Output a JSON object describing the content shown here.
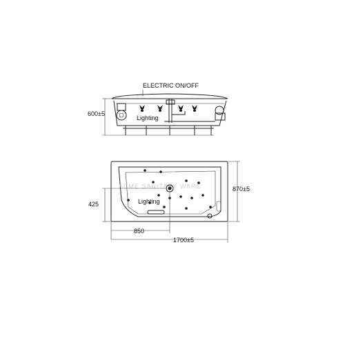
{
  "labels": {
    "electric": "ELECTRIC ON/OFF",
    "lighting_side": "Lighting",
    "lighting_top": "Lighting",
    "height_dim": "600±5",
    "width_dim": "870±5",
    "offset_dim": "425",
    "mid_dim": "850",
    "length_dim": "1700±5"
  },
  "watermark": "ACME SANITARY WARE",
  "colors": {
    "line": "#222222",
    "watermark": "#cfcfcf"
  }
}
